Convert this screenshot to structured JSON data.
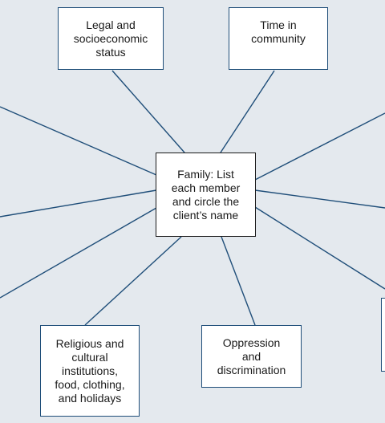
{
  "diagram": {
    "center": {
      "label": "Family: List\neach member\nand circle the\nclient’s name"
    },
    "nodes": {
      "legal": {
        "label": "Legal and\nsocioeconomic\nstatus"
      },
      "time": {
        "label": "Time in\ncommunity"
      },
      "religious": {
        "label": "Religious and\ncultural\ninstitutions,\nfood, clothing,\nand holidays"
      },
      "oppression": {
        "label": "Oppression\nand\ndiscrimination"
      },
      "partial_right": {
        "label": ""
      }
    }
  }
}
